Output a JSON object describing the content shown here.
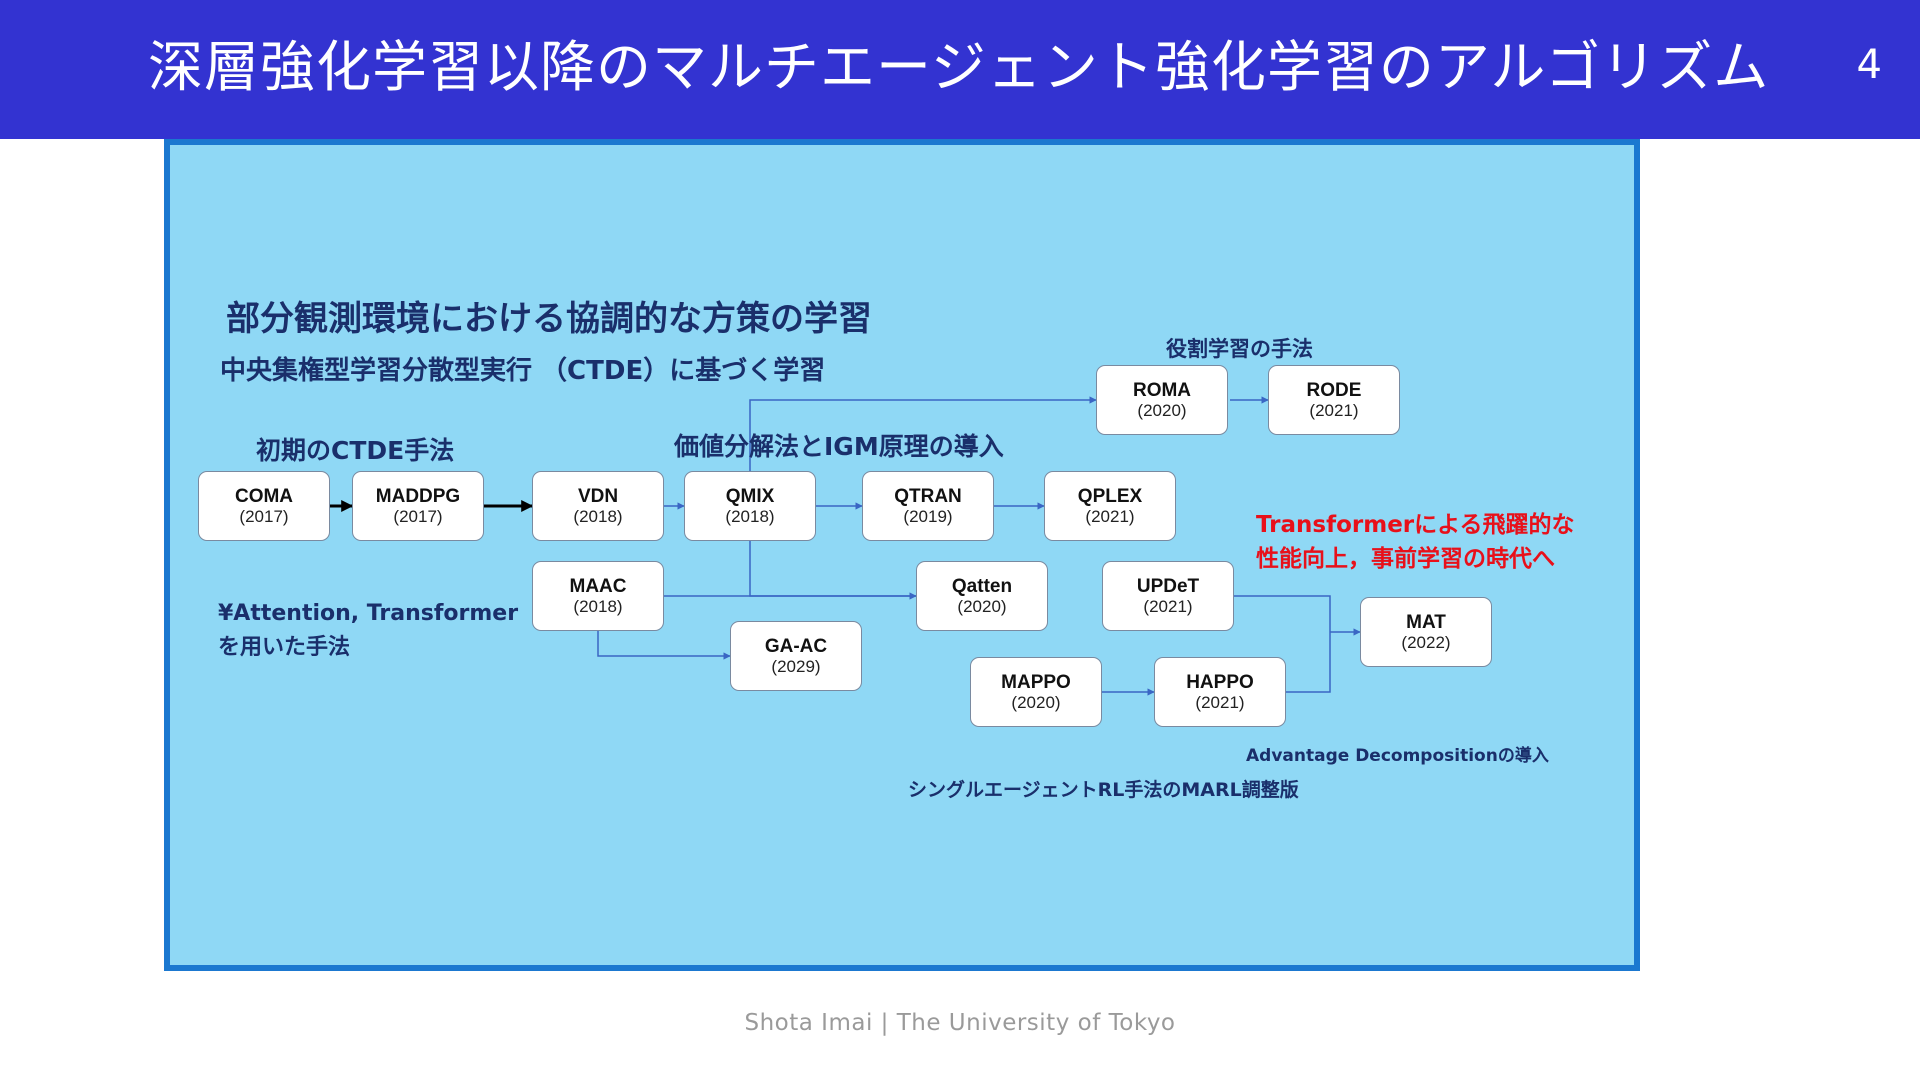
{
  "slide": {
    "title": "深層強化学習以降のマルチエージェント強化学習のアルゴリズム",
    "page_number": "4",
    "footer": "Shota Imai | The University of Tokyo"
  },
  "diagram": {
    "heading": "部分観測環境における協調的な方策の学習",
    "subheading": "中央集権型学習分散型実行 （CTDE）に基づく学習",
    "labels": {
      "early_ctde": "初期のCTDE手法",
      "value_decomp": "価値分解法とIGM原理の導入",
      "role_learning": "役割学習の手法",
      "transformer_note_1": "Transformerによる飛躍的な",
      "transformer_note_2": "性能向上，事前学習の時代へ",
      "attention_1": "¥Attention, Transformer",
      "attention_2": "を用いた手法",
      "advantage": "Advantage Decompositionの導入",
      "single_agent": "シングルエージェントRL手法のMARL調整版"
    },
    "nodes": {
      "coma": {
        "name": "COMA",
        "year": "(2017)"
      },
      "maddpg": {
        "name": "MADDPG",
        "year": "(2017)"
      },
      "vdn": {
        "name": "VDN",
        "year": "(2018)"
      },
      "qmix": {
        "name": "QMIX",
        "year": "(2018)"
      },
      "qtran": {
        "name": "QTRAN",
        "year": "(2019)"
      },
      "qplex": {
        "name": "QPLEX",
        "year": "(2021)"
      },
      "roma": {
        "name": "ROMA",
        "year": "(2020)"
      },
      "rode": {
        "name": "RODE",
        "year": "(2021)"
      },
      "maac": {
        "name": "MAAC",
        "year": "(2018)"
      },
      "qatten": {
        "name": "Qatten",
        "year": "(2020)"
      },
      "gaac": {
        "name": "GA-AC",
        "year": "(2029)"
      },
      "updet": {
        "name": "UPDeT",
        "year": "(2021)"
      },
      "mappo": {
        "name": "MAPPO",
        "year": "(2020)"
      },
      "happo": {
        "name": "HAPPO",
        "year": "(2021)"
      },
      "mat": {
        "name": "MAT",
        "year": "(2022)"
      }
    }
  },
  "colors": {
    "header_bg": "#3333d1",
    "diagram_bg": "#8fd8f5",
    "diagram_border": "#1b78d0",
    "label_text": "#1a2f6b",
    "highlight_text": "#e8101a",
    "connector": "#3a66c4"
  }
}
